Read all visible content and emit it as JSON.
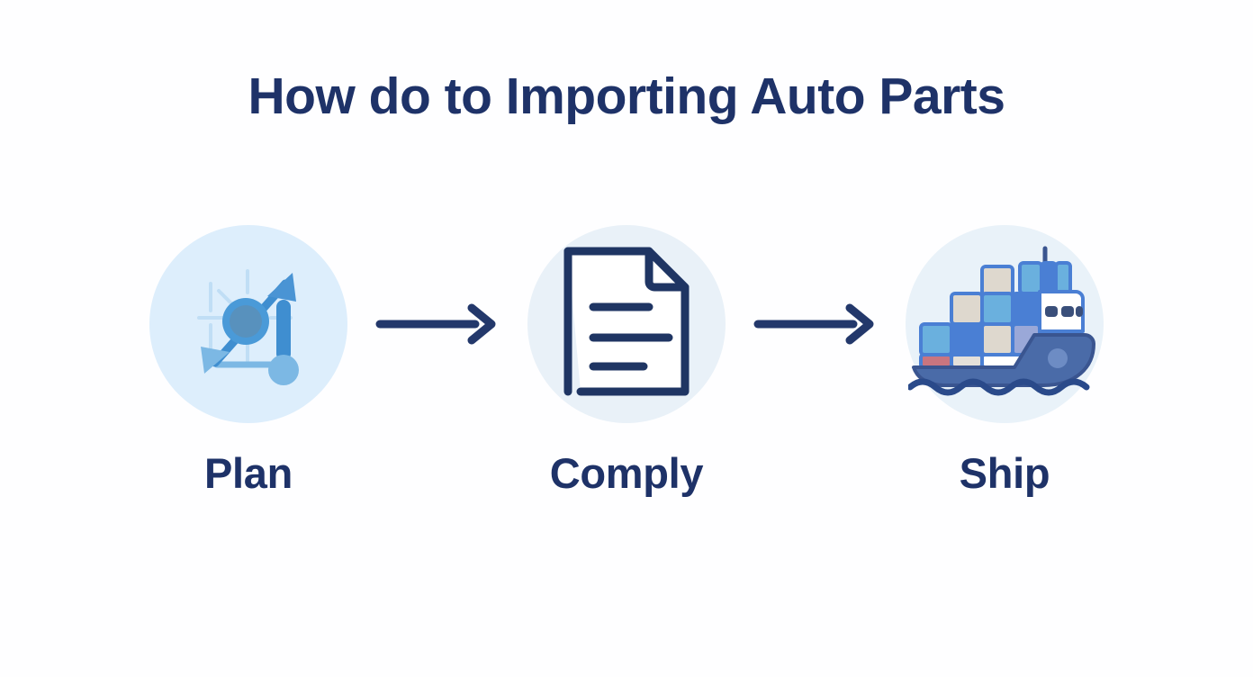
{
  "page": {
    "title": "How do to Importing Auto Parts",
    "background_color": "#fefeff",
    "title_color": "#1e3268"
  },
  "colors": {
    "navy": "#1e3268",
    "arrow": "#23386b",
    "plan_badge_bg": "#ddeefc",
    "comply_badge_bg": "#e9f1f8",
    "ship_badge_bg": "#e9f2f9",
    "plan_accent": "#3f8ed0",
    "plan_accent_light": "#7cb8e4",
    "doc_outline": "#1f3563",
    "container_beige": "#ded8ce",
    "container_lightblue": "#6ab0de",
    "container_blue": "#4a7fd4",
    "container_periwinkle": "#9aa8d8",
    "container_red": "#c9757f",
    "hull": "#4a6ba8",
    "hull_dark": "#3a5590",
    "wave": "#2a4a8a"
  },
  "flow": {
    "steps": [
      {
        "id": "plan",
        "label": "Plan",
        "icon_name": "strategy-chart-icon"
      },
      {
        "id": "comply",
        "label": "Comply",
        "icon_name": "document-icon"
      },
      {
        "id": "ship",
        "label": "Ship",
        "icon_name": "container-ship-icon"
      }
    ],
    "connectors": [
      {
        "id": "arrow-1",
        "icon_name": "arrow-right-icon"
      },
      {
        "id": "arrow-2",
        "icon_name": "arrow-right-icon"
      }
    ]
  }
}
